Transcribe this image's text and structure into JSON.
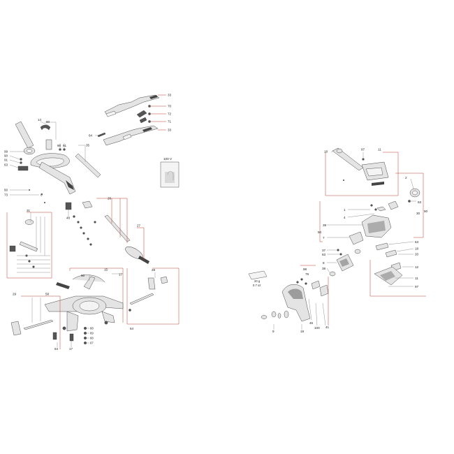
{
  "labels": {
    "p33a": "33",
    "p70": "70",
    "p72": "72",
    "p71": "71",
    "p33b": "33",
    "p64a": "64",
    "p14": "14",
    "p60a": "60",
    "p90a": "90",
    "p91a": "91",
    "p35a": "35",
    "p99": "99",
    "p90b": "90",
    "p91b": "91",
    "p63": "63",
    "p60b": "60",
    "p73": "73",
    "p8a": "8",
    "p100v": "100 V",
    "p26": "26",
    "p48": "48",
    "p27": "27",
    "p31": "31",
    "p15": "15",
    "p60c": "60",
    "p17a": "17",
    "p28": "28",
    "p58": "58",
    "p29": "29",
    "p64b": "64",
    "p68a": "68",
    "p69": "69",
    "p68b": "68",
    "p67": "67",
    "p64c": "64",
    "p17b": "17",
    "p18a": "18",
    "p97a": "97",
    "p11a": "11",
    "p2": "2",
    "p53a": "53",
    "p50a": "50",
    "p30": "30",
    "p1": "1",
    "p4": "4",
    "p39": "39",
    "p50b": "50",
    "p7": "7",
    "p53b": "53",
    "p18b": "18",
    "p20": "20",
    "p37": "37",
    "p63b": "63",
    "p8b": "8",
    "p12": "12",
    "p38": "38",
    "p11b": "11",
    "p97b": "97",
    "p98": "98",
    "p79": "79",
    "p20g": "20 g",
    "p0702": "0.7 oz",
    "p9": "9",
    "p19": "19",
    "p46": "46",
    "p100": "100",
    "p41": "41"
  }
}
